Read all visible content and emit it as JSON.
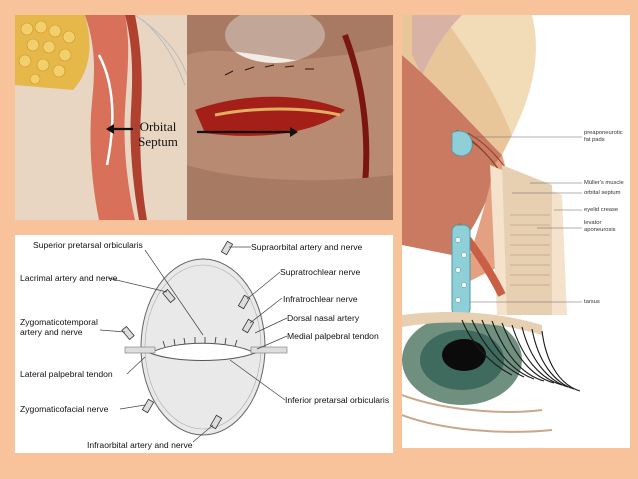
{
  "colors": {
    "background": "#f8c39a",
    "septum_arrow": "#111111",
    "muscle_red": "#c23a2f",
    "fat_yellow": "#e6b84a",
    "blue_tarsus": "#8fd0d8"
  },
  "panel1": {
    "septum_label_line1": "Orbital",
    "septum_label_line2": "Septum"
  },
  "panel2": {
    "labels": {
      "superior_pretarsal_orbicularis": "Superior pretarsal orbicularis",
      "supraorbital_artery_nerve": "Supraorbital artery and nerve",
      "lacrimal_artery_nerve": "Lacrimal artery and nerve",
      "supratrochlear_nerve": "Supratrochlear nerve",
      "infratrochlear_nerve": "Infratrochlear nerve",
      "zygomaticotemporal_1": "Zygomaticotemporal",
      "zygomaticotemporal_2": "artery and nerve",
      "dorsal_nasal_artery": "Dorsal nasal artery",
      "medial_palpebral_tendon": "Medial palpebral tendon",
      "lateral_palpebral_tendon": "Lateral palpebral tendon",
      "inferior_pretarsal_orbicularis": "Inferior pretarsal orbicularis",
      "zygomaticofacial_nerve": "Zygomaticofacial nerve",
      "infraorbital_artery_nerve": "Infraorbital artery and nerve"
    }
  },
  "panel3": {
    "labels": {
      "preaponeurotic_1": "preaponeurotic",
      "preaponeurotic_2": "fat pads",
      "mullers_muscle": "Müller's muscle",
      "orbital_septum": "orbital septum",
      "eyelid_crease": "eyelid crease",
      "levator_1": "levator",
      "levator_2": "aponeurosis",
      "tarsus": "tarsus"
    }
  }
}
